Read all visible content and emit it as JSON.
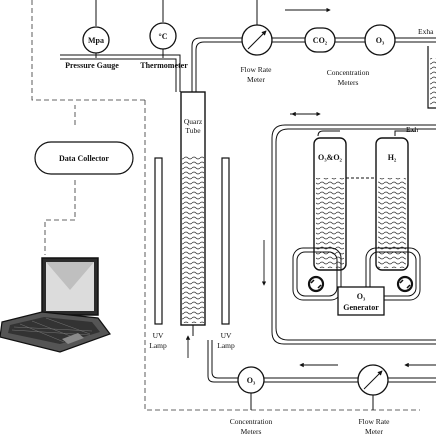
{
  "gauges": {
    "pressure_symbol": "Mpa",
    "thermo_symbol": "°C",
    "pressure_label": "Pressure Gauge",
    "thermo_label": "Thermometer"
  },
  "top_line": {
    "flow_meter_label_1": "Flow Rate",
    "flow_meter_label_2": "Meter",
    "co2_symbol": "CO₂",
    "o3_symbol": "O₃",
    "conc_label_1": "Concentration",
    "conc_label_2": "Meters",
    "exhaust_label": "Exha"
  },
  "reactor": {
    "tube_label_1": "Quarz",
    "tube_label_2": "Tube",
    "uv_label_1": "UV",
    "uv_label_2": "Lamp"
  },
  "data_collector": {
    "label": "Data Collector"
  },
  "electrolyzer": {
    "left_cell_label": "O₃&O₂",
    "right_cell_label": "H₂",
    "generator_label_1": "O₃",
    "generator_label_2": "Generator",
    "exhaust_label": "Exh"
  },
  "bottom_line": {
    "o3_symbol": "O₃",
    "conc_label_1": "Concentration",
    "conc_label_2": "Meters",
    "flow_label_1": "Flow Rate",
    "flow_label_2": "Meter"
  }
}
